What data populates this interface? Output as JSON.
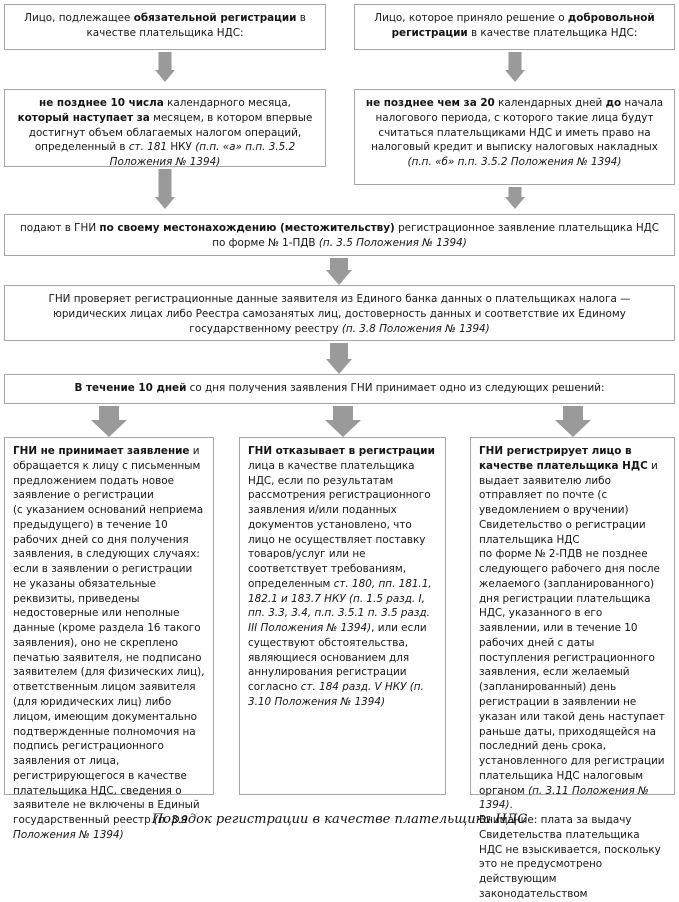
{
  "diagram": {
    "caption": "Порядок регистрации в качестве плательщика НДС",
    "accent_color": "#9a9a9a",
    "border_color": "#a6a6a6",
    "text_color": "#161616",
    "background": "#ffffff"
  },
  "boxes": {
    "mandatory": {
      "name": "mandatory-registration-box",
      "segments": [
        {
          "text": "Лицо, подлежащее ",
          "style": "normal"
        },
        {
          "text": "обязательной регистрации",
          "style": "bold"
        },
        {
          "text": " в качестве плательщика НДС:",
          "style": "normal"
        }
      ]
    },
    "voluntary": {
      "name": "voluntary-registration-box",
      "segments": [
        {
          "text": "Лицо, которое приняло решение о ",
          "style": "normal"
        },
        {
          "text": "добровольной регистрации",
          "style": "bold"
        },
        {
          "text": " в качестве плательщика НДС:",
          "style": "normal"
        }
      ]
    },
    "deadline_mandatory": {
      "name": "mandatory-deadline-box",
      "segments": [
        {
          "text": "не позднее 10 числа",
          "style": "bold"
        },
        {
          "text": " календарного месяца, ",
          "style": "normal"
        },
        {
          "text": "который наступает за",
          "style": "bold"
        },
        {
          "text": " месяцем, в котором впервые достигнут объем облагаемых налогом операций, определенный в ",
          "style": "normal"
        },
        {
          "text": "ст. 181",
          "style": "italic"
        },
        {
          "text": " НКУ ",
          "style": "normal"
        },
        {
          "text": "(п.п. «а» п.п. 3.5.2 Положения № 1394)",
          "style": "italic"
        }
      ]
    },
    "deadline_voluntary": {
      "name": "voluntary-deadline-box",
      "segments": [
        {
          "text": "не позднее чем за 20",
          "style": "bold"
        },
        {
          "text": " календарных дней ",
          "style": "normal"
        },
        {
          "text": "до",
          "style": "bold"
        },
        {
          "text": " начала налогового периода, с которого такие лица будут считаться плательщиками НДС и иметь право на налоговый кредит и выписку налоговых накладных ",
          "style": "normal"
        },
        {
          "text": "(п.п. «б» п.п. 3.5.2 Положения № 1394)",
          "style": "italic"
        }
      ]
    },
    "submit": {
      "name": "submit-application-box",
      "segments": [
        {
          "text": "подают в ГНИ ",
          "style": "normal"
        },
        {
          "text": "по своему местонахождению (местожительству)",
          "style": "bold"
        },
        {
          "text": " регистрационное заявление плательщика НДС по форме № 1-ПДВ ",
          "style": "normal"
        },
        {
          "text": "(п. 3.5 Положения № 1394)",
          "style": "italic"
        }
      ]
    },
    "verify": {
      "name": "verify-data-box",
      "segments": [
        {
          "text": "ГНИ проверяет регистрационные данные заявителя из Единого банка данных о плательщиках налога — юридических лицах либо Реестра самозанятых лиц, достоверность данных и соответствие их Единому государственному реестру ",
          "style": "normal"
        },
        {
          "text": "(п. 3.8 Положения № 1394)",
          "style": "italic"
        }
      ]
    },
    "decision": {
      "name": "decision-timeframe-box",
      "segments": [
        {
          "text": "В течение 10 дней",
          "style": "bold"
        },
        {
          "text": " со дня получения заявления ГНИ принимает одно из следующих решений:",
          "style": "normal"
        }
      ]
    },
    "refuse_accept": {
      "name": "application-not-accepted-box",
      "segments": [
        {
          "text": "ГНИ не принимает заявление",
          "style": "bold"
        },
        {
          "text": " и обращается к лицу с письменным предложением подать новое заявление о регистрации\n(с указанием оснований неприема предыдущего) в течение 10 рабочих дней со дня получения заявления, в следующих случаях: если в заявлении о регистрации не указаны обязательные реквизиты, приведены недостоверные или неполные данные (кроме раздела 16 такого заявления), оно не скреплено печатью заявителя, не подписано заявителем (для физических лиц), ответственным лицом заявителя (для юридических лиц) либо лицом, имеющим документально подтвержденные полномочия на подпись регистрационного заявления от лица, регистрирующегося в качестве плательщика НДС, сведения о заявителе не включены в Единый государственный реестр ",
          "style": "normal"
        },
        {
          "text": "(п. 3.9 Положения № 1394)",
          "style": "italic"
        }
      ]
    },
    "refuse_registration": {
      "name": "registration-refused-box",
      "segments": [
        {
          "text": "ГНИ отказывает в регистрации",
          "style": "bold"
        },
        {
          "text": "\nлица в качестве плательщика НДС, если по результатам рассмотрения регистрационного заявления и/или поданных документов установлено, что лицо не осуществляет поставку товаров/услуг или не соответствует требованиям, определенным ",
          "style": "normal"
        },
        {
          "text": "ст. 180, пп. 181.1, 182.1 и 183.7 НКУ (п. 1.5 разд. I, пп. 3.3, 3.4, п.п. 3.5.1 п. 3.5 разд. III Положения № 1394)",
          "style": "italic"
        },
        {
          "text": ", или если существуют обстоятельства, являющиеся основанием для аннулирования регистрации согласно ",
          "style": "normal"
        },
        {
          "text": "ст. 184 разд. V НКУ (п. 3.10 Положения № 1394)",
          "style": "italic"
        }
      ]
    },
    "register": {
      "name": "registration-granted-box",
      "segments": [
        {
          "text": "ГНИ регистрирует лицо в качестве плательщика НДС",
          "style": "bold"
        },
        {
          "text": " и выдает заявителю либо отправляет по почте (с уведомлением о вручении) Свидетельство о регистрации плательщика НДС\nпо форме № 2-ПДВ не позднее следующего рабочего дня после желаемого (запланированного) дня регистрации плательщика НДС, указанного в его заявлении, или в течение 10 рабочих дней с даты поступления регистрационного заявления, если желаемый (запланированный) день регистрации в заявлении не указан или такой день наступает раньше даты, приходящейся на последний день срока, установленного для регистрации плательщика НДС налоговым органом ",
          "style": "normal"
        },
        {
          "text": "(п. 3.11 Положения № 1394)",
          "style": "italic"
        },
        {
          "text": ".\nВнимание: плата за выдачу Свидетельства плательщика НДС не взыскивается, поскольку это не предусмотрено действующим законодательством",
          "style": "normal"
        }
      ]
    }
  },
  "arrows": [
    {
      "name": "arrow-mandatory-to-deadline",
      "direction": "down"
    },
    {
      "name": "arrow-voluntary-to-deadline",
      "direction": "down"
    },
    {
      "name": "arrow-mandatory-deadline-to-submit",
      "direction": "down"
    },
    {
      "name": "arrow-voluntary-deadline-to-submit",
      "direction": "down"
    },
    {
      "name": "arrow-submit-to-verify",
      "direction": "down"
    },
    {
      "name": "arrow-verify-to-decision",
      "direction": "down"
    },
    {
      "name": "arrow-decision-to-not-accepted",
      "direction": "down"
    },
    {
      "name": "arrow-decision-to-refused",
      "direction": "down"
    },
    {
      "name": "arrow-decision-to-registered",
      "direction": "down"
    }
  ]
}
